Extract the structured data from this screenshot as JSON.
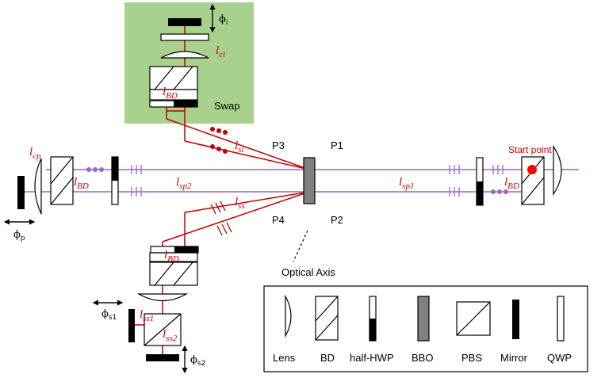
{
  "labels": {
    "swap": "Swap",
    "p1": "P1",
    "p2": "P2",
    "p3": "P3",
    "p4": "P4",
    "optical_axis": "Optical Axis",
    "start_point": "Start point"
  },
  "path_labels": {
    "ci": {
      "base": "l",
      "sub": "ci"
    },
    "bd_top": {
      "base": "l",
      "sub": "BD"
    },
    "si": {
      "base": "l",
      "sub": "si"
    },
    "ss": {
      "base": "l",
      "sub": "ss"
    },
    "cp": {
      "base": "l",
      "sub": "cp"
    },
    "bd_left": {
      "base": "l",
      "sub": "BD"
    },
    "sp2": {
      "base": "l",
      "sub": "sp2"
    },
    "sp1": {
      "base": "l",
      "sub": "sp1"
    },
    "bd_right": {
      "base": "l",
      "sub": "BD"
    },
    "bd_bottom": {
      "base": "l",
      "sub": "BD"
    },
    "ss1": {
      "base": "l",
      "sub": "ss1"
    },
    "ss2": {
      "base": "l",
      "sub": "ss2"
    }
  },
  "phases": {
    "i": {
      "base": "ϕ",
      "sub": "i"
    },
    "p": {
      "base": "ϕ",
      "sub": "p"
    },
    "s1": {
      "base": "ϕ",
      "sub": "s1"
    },
    "s2": {
      "base": "ϕ",
      "sub": "s2"
    }
  },
  "legend": [
    "Lens",
    "BD",
    "half-HWP",
    "BBO",
    "PBS",
    "Mirror",
    "QWP"
  ],
  "colors": {
    "swap_box": "#a9d18e",
    "red_beam": "#c00000",
    "purple_beam": "#9966cc",
    "bbo": "#808080",
    "start_dot": "#ff0000",
    "dots": "#9966cc",
    "red_dots": "#c00000"
  }
}
